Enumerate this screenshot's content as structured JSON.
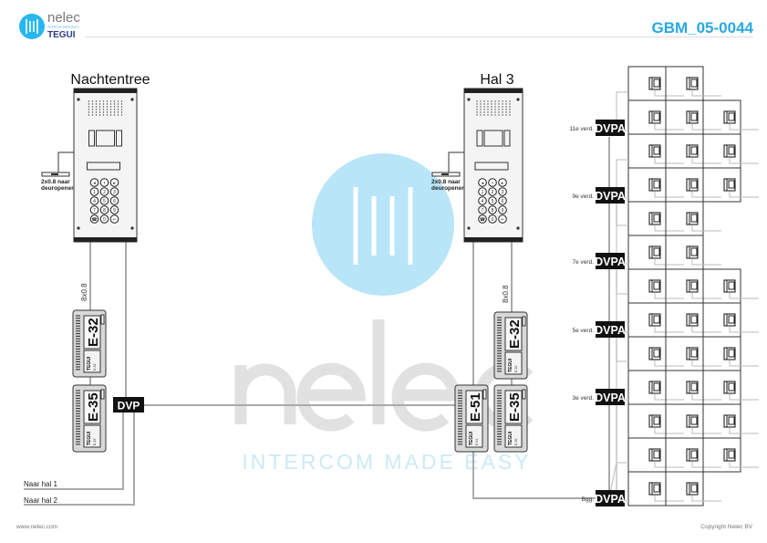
{
  "header": {
    "brand_name": "nelec",
    "brand_sub": "TEGUI",
    "brand_tagline": "INTERCOM MADE EASY",
    "doc_code": "GBM_05-0044",
    "accent_color": "#29a8e0"
  },
  "watermark": {
    "word": "nelec",
    "tagline": "INTERCOM MADE EASY"
  },
  "left": {
    "title": "Nachtentree",
    "door_label_1": "2x0.8 naar",
    "door_label_2": "deuropener",
    "cable": "8x0.8",
    "modules": [
      "E-32",
      "E-35"
    ],
    "module_brand": "TEGUI",
    "dvp": "DVP",
    "out1": "Naar hal 1",
    "out2": "Naar hal 2"
  },
  "middle": {
    "title": "Hal 3",
    "door_label_1": "2x0.8 naar",
    "door_label_2": "deuropener",
    "cable": "8x0.8",
    "modules": [
      "E-32",
      "E-35",
      "E-51"
    ],
    "module_brand": "TEGUI"
  },
  "building": {
    "dvpa_label": "DVPA",
    "floors": [
      "11e verd.",
      "9e verd.",
      "7e verd.",
      "5e verd.",
      "3e verd.",
      "Bgg."
    ],
    "units_per_row": [
      2,
      3,
      3,
      3,
      2,
      2,
      3,
      3,
      3,
      3,
      3,
      3,
      2
    ]
  },
  "footer": {
    "website": "www.nelec.com",
    "copyright": "Copyright Nelec BV"
  }
}
